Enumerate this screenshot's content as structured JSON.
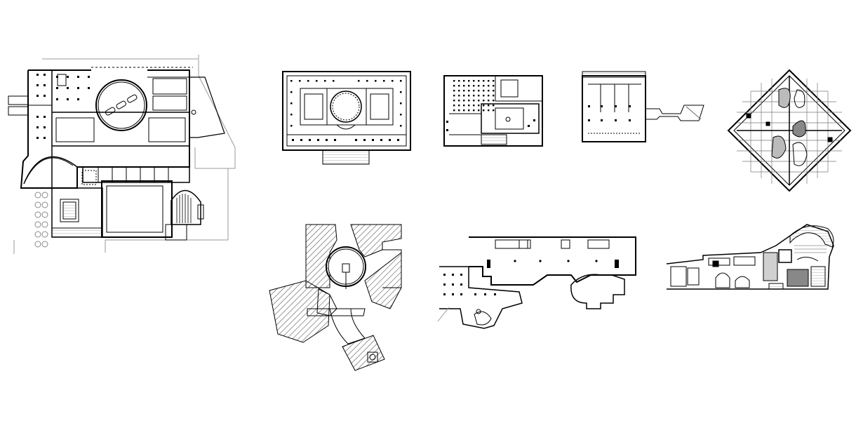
{
  "sheet": {
    "background": "#ffffff",
    "ink": "#000000",
    "hatch": "#555555",
    "gray": "#9a9a9a",
    "plans": [
      "plan-complex-large",
      "plan-classical-rotunda",
      "plan-grid-gallery",
      "plan-rect-with-wing",
      "plan-diamond",
      "plan-hatched-drum",
      "plan-long-curved",
      "plan-long-strip"
    ]
  }
}
